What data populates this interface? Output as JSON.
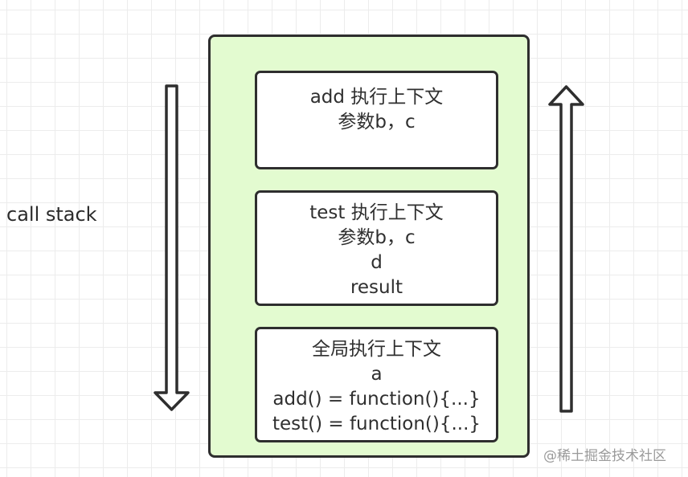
{
  "label": "call stack",
  "frames": [
    {
      "title": "add 执行上下文",
      "lines": [
        "参数b，c"
      ]
    },
    {
      "title": "test 执行上下文",
      "lines": [
        "参数b，c",
        "d",
        "result"
      ]
    },
    {
      "title": "全局执行上下文",
      "lines": [
        "a",
        "add() = function(){...}",
        "test() = function(){...}"
      ]
    }
  ],
  "arrows": {
    "left": "down-arrow",
    "right": "up-arrow"
  },
  "colors": {
    "container_fill": "#e3fbd0",
    "frame_fill": "#ffffff",
    "stroke": "#2e2e2e"
  },
  "watermark": "@稀土掘金技术社区"
}
